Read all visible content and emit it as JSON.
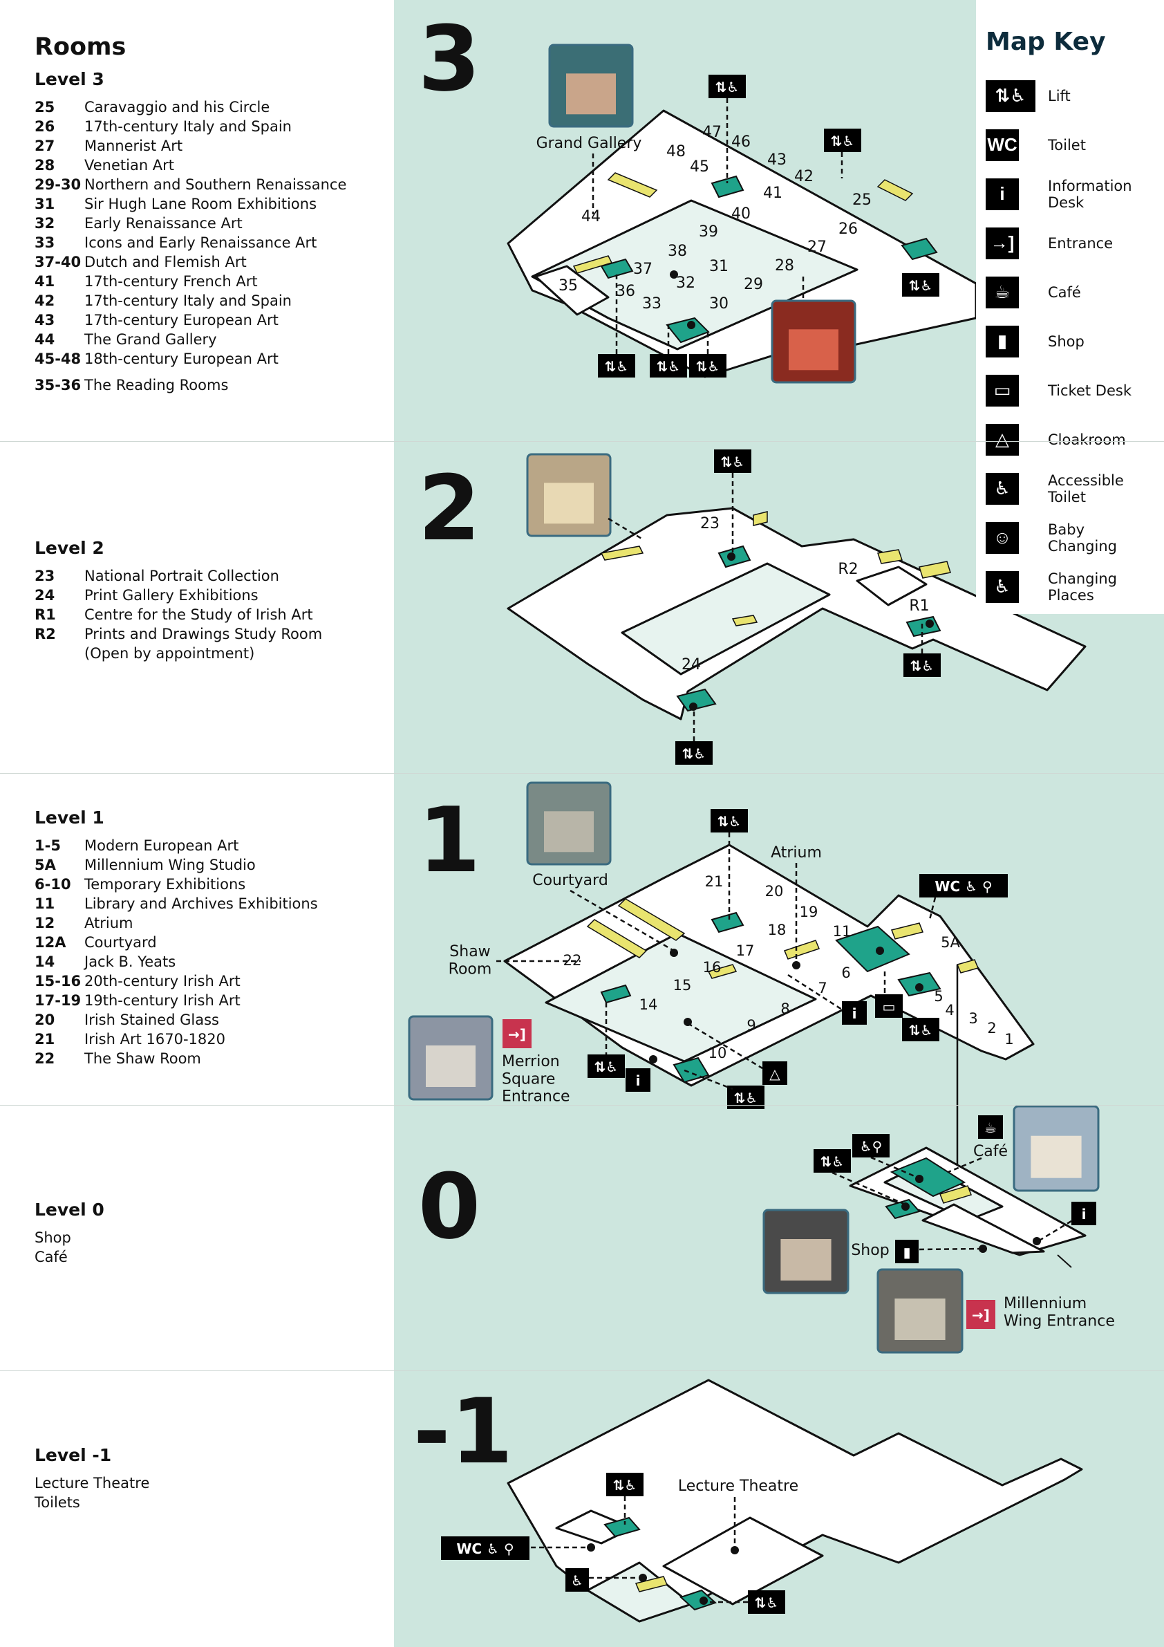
{
  "rooms_title": "Rooms",
  "levels": [
    {
      "title": "Level 3",
      "rooms": [
        {
          "num": "25",
          "name": "Caravaggio and his Circle"
        },
        {
          "num": "26",
          "name": "17th-century Italy and Spain"
        },
        {
          "num": "27",
          "name": "Mannerist Art"
        },
        {
          "num": "28",
          "name": "Venetian Art"
        },
        {
          "num": "29-30",
          "name": "Northern and Southern Renaissance"
        },
        {
          "num": "31",
          "name": "Sir Hugh Lane Room Exhibitions"
        },
        {
          "num": "32",
          "name": "Early Renaissance Art"
        },
        {
          "num": "33",
          "name": "Icons and Early Renaissance Art"
        },
        {
          "num": "37-40",
          "name": "Dutch and Flemish Art"
        },
        {
          "num": "41",
          "name": "17th-century French Art"
        },
        {
          "num": "42",
          "name": "17th-century Italy and Spain"
        },
        {
          "num": "43",
          "name": "17th-century European Art"
        },
        {
          "num": "44",
          "name": "The Grand Gallery"
        },
        {
          "num": "45-48",
          "name": "18th-century European Art"
        },
        {
          "num": "35-36",
          "name": "The Reading Rooms"
        }
      ]
    },
    {
      "title": "Level 2",
      "rooms": [
        {
          "num": "23",
          "name": "National Portrait Collection"
        },
        {
          "num": "24",
          "name": "Print Gallery Exhibitions"
        },
        {
          "num": "R1",
          "name": "Centre for the Study of Irish Art"
        },
        {
          "num": "R2",
          "name": "Prints and Drawings Study Room"
        },
        {
          "num": "",
          "name": "(Open by appointment)"
        }
      ]
    },
    {
      "title": "Level 1",
      "rooms": [
        {
          "num": "1-5",
          "name": "Modern European Art"
        },
        {
          "num": "5A",
          "name": "Millennium Wing Studio"
        },
        {
          "num": "6-10",
          "name": "Temporary Exhibitions"
        },
        {
          "num": "11",
          "name": "Library and Archives Exhibitions"
        },
        {
          "num": "12",
          "name": "Atrium"
        },
        {
          "num": "12A",
          "name": "Courtyard"
        },
        {
          "num": "14",
          "name": "Jack B. Yeats"
        },
        {
          "num": "15-16",
          "name": "20th-century Irish Art"
        },
        {
          "num": "17-19",
          "name": "19th-century Irish Art"
        },
        {
          "num": "20",
          "name": "Irish Stained Glass"
        },
        {
          "num": "21",
          "name": "Irish Art 1670-1820"
        },
        {
          "num": "22",
          "name": "The Shaw Room"
        }
      ]
    },
    {
      "title": "Level 0",
      "items": [
        "Shop",
        "Café"
      ]
    },
    {
      "title": "Level -1",
      "items": [
        "Lecture Theatre",
        "Toilets"
      ]
    }
  ],
  "level_numbers": [
    "3",
    "2",
    "1",
    "0",
    "-1"
  ],
  "map_labels": {
    "grand_gallery": "Grand Gallery",
    "courtyard": "Courtyard",
    "atrium": "Atrium",
    "shaw_room": "Shaw\nRoom",
    "merrion_entrance": "Merrion\nSquare\nEntrance",
    "cafe": "Café",
    "shop": "Shop",
    "millennium_entrance": "Millennium\nWing Entrance",
    "lecture_theatre": "Lecture Theatre"
  },
  "room_labels": {
    "level3": [
      "47",
      "46",
      "48",
      "43",
      "45",
      "42",
      "41",
      "25",
      "44",
      "40",
      "39",
      "26",
      "38",
      "27",
      "37",
      "31",
      "28",
      "35",
      "36",
      "32",
      "29",
      "33",
      "30"
    ],
    "level2": [
      "23",
      "R2",
      "R1",
      "24"
    ],
    "level1": [
      "21",
      "20",
      "19",
      "18",
      "11",
      "5A",
      "17",
      "22",
      "16",
      "6",
      "15",
      "7",
      "5",
      "14",
      "8",
      "4",
      "3",
      "2",
      "1",
      "9",
      "10"
    ]
  },
  "map_key": {
    "title": "Map Key",
    "items": [
      {
        "icon": "lift-icon",
        "label": "Lift"
      },
      {
        "icon": "toilet-icon",
        "label": "Toilet"
      },
      {
        "icon": "information-icon",
        "label": "Information\nDesk"
      },
      {
        "icon": "entrance-icon",
        "label": "Entrance"
      },
      {
        "icon": "cafe-icon",
        "label": "Café"
      },
      {
        "icon": "shop-icon",
        "label": "Shop"
      },
      {
        "icon": "ticket-icon",
        "label": "Ticket Desk"
      },
      {
        "icon": "cloakroom-icon",
        "label": "Cloakroom"
      },
      {
        "icon": "accessible-toilet-icon",
        "label": "Accessible\nToilet"
      },
      {
        "icon": "baby-changing-icon",
        "label": "Baby\nChanging"
      },
      {
        "icon": "changing-places-icon",
        "label": "Changing\nPlaces"
      }
    ]
  },
  "colors": {
    "map_background": "#cde6de",
    "floor": "#ffffff",
    "corridor": "#e7f3ef",
    "lift_green": "#1fa38a",
    "stairs_yellow": "#e9e46f",
    "entrance_red": "#c8334e",
    "key_title": "#0d2c3c"
  }
}
